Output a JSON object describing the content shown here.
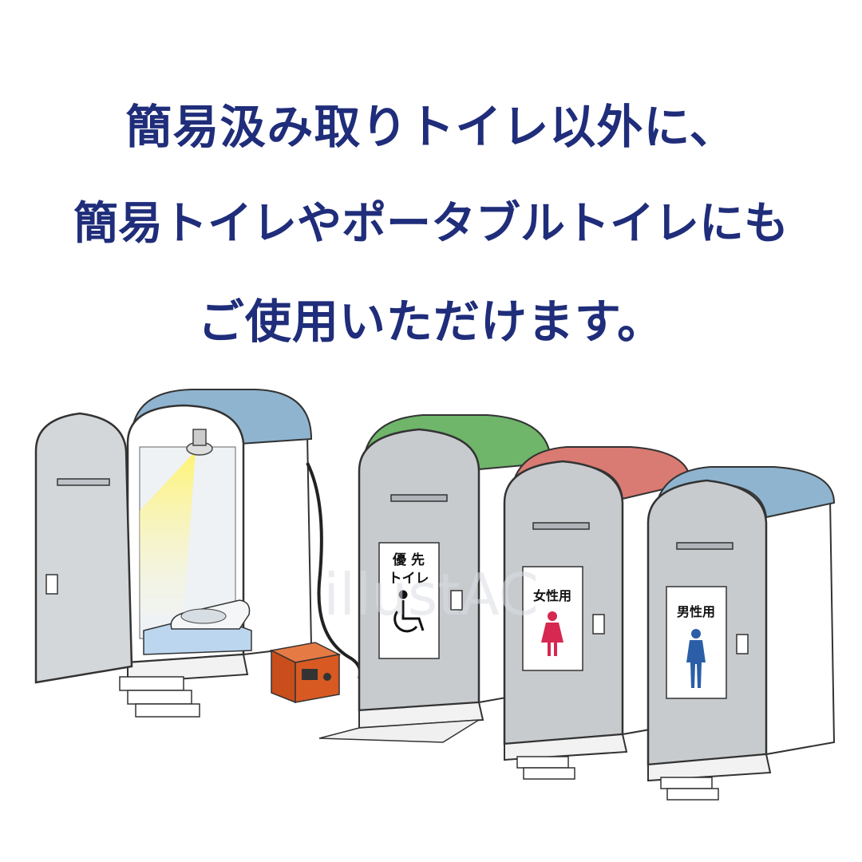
{
  "headline": {
    "line1": "簡易汲み取りトイレ以外に、",
    "line2": "簡易トイレやポータブルトイレにも",
    "line3": "ご使用いただけます。"
  },
  "illustration": {
    "signs": {
      "priority_line1": "優 先",
      "priority_line2": "トイレ",
      "women": "女性用",
      "men": "男性用"
    },
    "watermark": "illustAC"
  },
  "colors": {
    "headline": "#1f2d7a",
    "roof_blue": "#8fb4cf",
    "roof_green": "#6fb56a",
    "roof_red": "#d97a73",
    "women_icon": "#d62850",
    "men_icon": "#2c5ea8",
    "generator": "#d85a22"
  },
  "icons": [
    "wheelchair-icon",
    "woman-figure-icon",
    "man-figure-icon",
    "ceiling-lamp-icon"
  ]
}
